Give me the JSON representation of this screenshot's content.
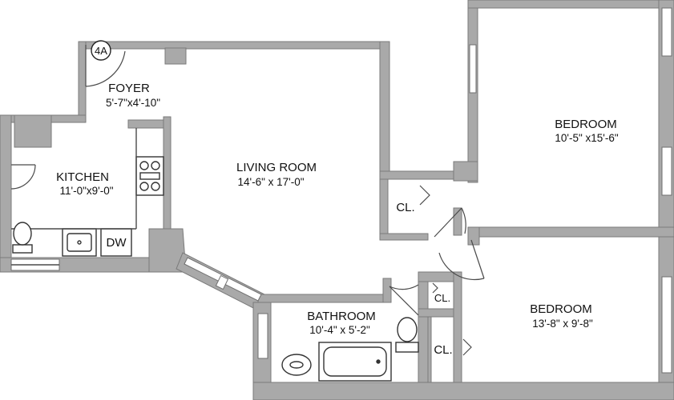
{
  "unit_label": "4A",
  "rooms": {
    "foyer": {
      "name": "FOYER",
      "dims": "5'-7\"x4'-10\""
    },
    "kitchen": {
      "name": "KITCHEN",
      "dims": "11'-0\"x9'-0\""
    },
    "living": {
      "name": "LIVING ROOM",
      "dims": "14'-6\" x 17'-0\""
    },
    "bedroom1": {
      "name": "BEDROOM",
      "dims": "10'-5\" x15'-6\""
    },
    "bedroom2": {
      "name": "BEDROOM",
      "dims": "13'-8\" x 9'-8\""
    },
    "bathroom": {
      "name": "BATHROOM",
      "dims": "10'-4\" x 5'-2\""
    }
  },
  "closets": [
    "CL.",
    "CL.",
    "CL."
  ],
  "appliances": {
    "dishwasher": "DW"
  },
  "colors": {
    "wall": "#a9a9a9",
    "wall_edge": "#7a7a7a",
    "line": "#4a4a4a",
    "background": "#ffffff"
  }
}
